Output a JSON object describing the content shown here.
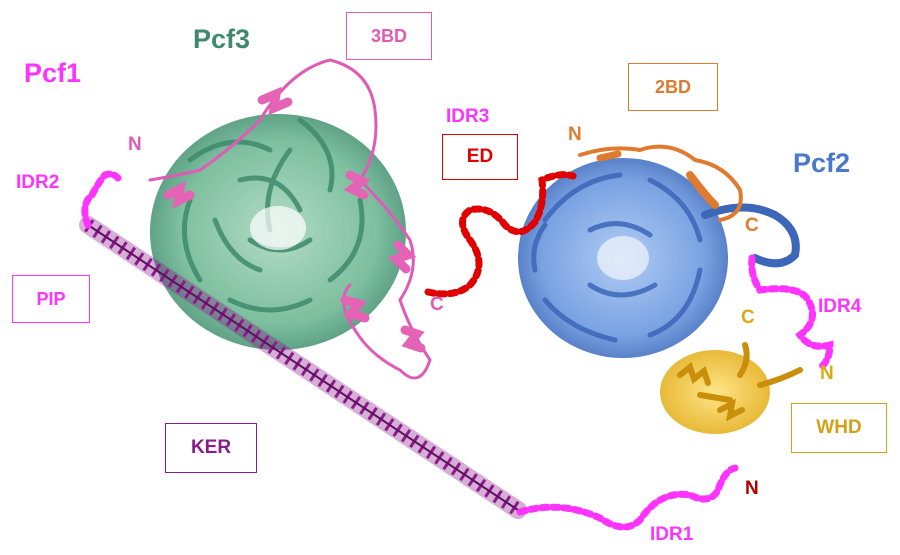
{
  "labels": {
    "pcf1": "Pcf1",
    "pcf3": "Pcf3",
    "pcf2": "Pcf2",
    "idr1": "IDR1",
    "idr2": "IDR2",
    "idr3": "IDR3",
    "idr4": "IDR4",
    "pcf1_n": "N",
    "pcf1_c": "C",
    "pcf1_end_n": "N",
    "pcf2_n": "N",
    "pcf2_c": "C",
    "whd_c": "C",
    "whd_n": "N"
  },
  "domains": {
    "bd3": "3BD",
    "bd2": "2BD",
    "ed": "ED",
    "pip": "PIP",
    "ker": "KER",
    "whd": "WHD"
  },
  "colors": {
    "pcf1": "#ff33ff",
    "pcf1_domain": "#e05bb5",
    "pcf3": "#3f8a6c",
    "pcf3_body": "#6fb895",
    "pcf2": "#4a78cc",
    "pcf2_body": "#6e9be0",
    "bd2": "#e07a2e",
    "ed": "#e00000",
    "ker": "#8b1b8b",
    "whd": "#d4a017",
    "whd_body": "#f2c230",
    "idr1_end": "#b00000"
  }
}
